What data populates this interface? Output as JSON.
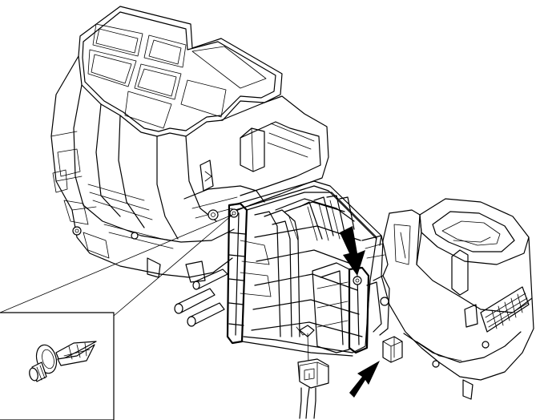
{
  "figure": {
    "colors": {
      "line": "#000000",
      "background": "#ffffff"
    },
    "parts": [
      {
        "id": "heater-unit",
        "icon": "heater-unit-housing-icon"
      },
      {
        "id": "evaporator-case",
        "icon": "evaporator-case-icon"
      },
      {
        "id": "blower-unit",
        "icon": "blower-unit-icon"
      },
      {
        "id": "connector",
        "icon": "electrical-connector-icon"
      },
      {
        "id": "clip",
        "icon": "push-clip-icon"
      }
    ],
    "arrows": 2,
    "callouts": 1
  }
}
